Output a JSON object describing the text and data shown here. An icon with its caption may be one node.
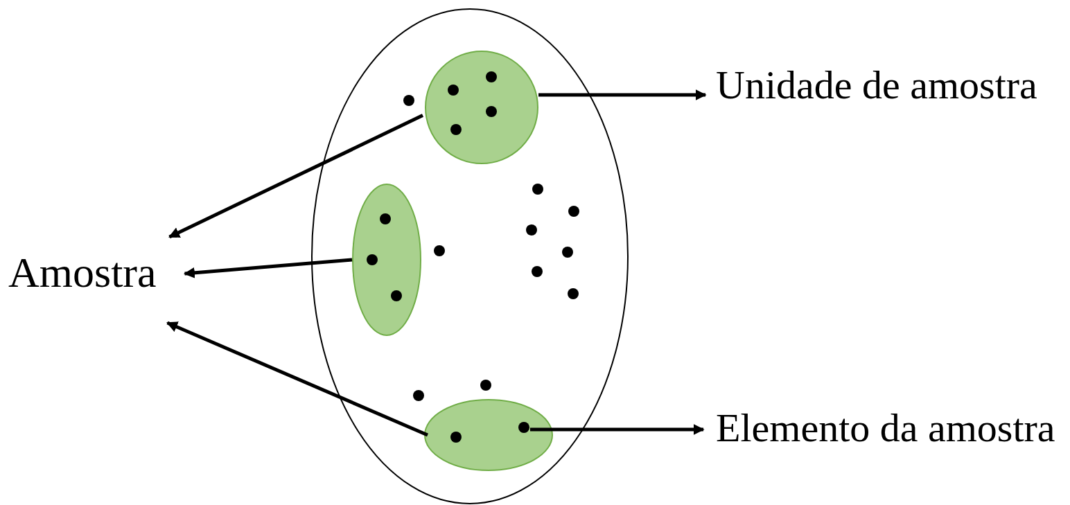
{
  "diagram": {
    "nodes": [
      {
        "text": [],
        "shape": "ellipse"
      },
      {
        "text": [],
        "shape": "circle",
        "in": 0
      },
      {
        "text": [],
        "shape": "ellipse",
        "in": 0
      },
      {
        "text": [],
        "shape": "ellipse",
        "in": 0
      },
      {
        "text": [],
        "shape": "circle",
        "in": 1
      },
      {
        "text": [],
        "shape": "circle",
        "in": 1
      },
      {
        "text": [],
        "shape": "circle",
        "in": 1
      },
      {
        "text": [],
        "shape": "circle",
        "in": 1
      },
      {
        "text": [],
        "shape": "circle",
        "in": 2
      },
      {
        "text": [],
        "shape": "circle",
        "in": 2
      },
      {
        "text": [],
        "shape": "circle",
        "in": 2
      },
      {
        "text": [],
        "shape": "circle",
        "in": 3
      },
      {
        "text": [],
        "shape": "circle",
        "in": 3
      },
      {
        "text": [],
        "shape": "circle",
        "in": 0
      },
      {
        "text": [],
        "shape": "circle",
        "in": 0
      },
      {
        "text": [],
        "shape": "circle",
        "in": 0
      },
      {
        "text": [],
        "shape": "circle",
        "in": 0
      },
      {
        "text": [],
        "shape": "circle",
        "in": 0
      },
      {
        "text": [],
        "shape": "circle",
        "in": 0
      },
      {
        "text": [],
        "shape": "circle",
        "in": 0
      },
      {
        "text": [],
        "shape": "circle",
        "in": 0
      },
      {
        "text": [],
        "shape": "circle",
        "in": 0
      },
      {
        "text": [],
        "shape": "circle",
        "in": 0
      },
      {
        "text": [
          "Amostra"
        ]
      },
      {
        "text": [
          "Unidade de amostra"
        ]
      },
      {
        "text": [
          "Elemento da amostra"
        ]
      }
    ],
    "edges": [
      {
        "from": 1,
        "to": 23,
        "arrow": "to"
      },
      {
        "from": 2,
        "to": 23,
        "arrow": "to"
      },
      {
        "from": 3,
        "to": 23,
        "arrow": "to"
      },
      {
        "from": 1,
        "to": 24,
        "arrow": "to"
      },
      {
        "from": 12,
        "to": 25,
        "arrow": "to"
      }
    ]
  }
}
